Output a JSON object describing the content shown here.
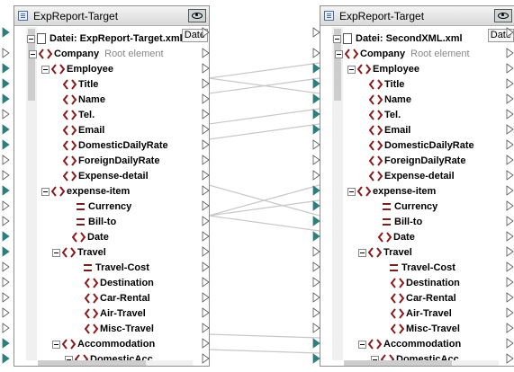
{
  "colors": {
    "connector_gray": "#c8c8c8",
    "port_teal": "#2f7d7e",
    "element_red": "#8b1a1a"
  },
  "icons": {
    "title": "component-icon",
    "visibility": "eye-icon",
    "file": "file-icon",
    "element": "element-icon",
    "attribute": "attribute-icon"
  },
  "left": {
    "title": "ExpReport-Target",
    "file_label": "Datei: ExpReport-Target.xml",
    "date_button": "Date",
    "rows": [
      {
        "label": "Company",
        "note": "Root element"
      },
      {
        "label": "Employee"
      },
      {
        "label": "Title"
      },
      {
        "label": "Name"
      },
      {
        "label": "Tel."
      },
      {
        "label": "Email"
      },
      {
        "label": "DomesticDailyRate"
      },
      {
        "label": "ForeignDailyRate"
      },
      {
        "label": "Expense-detail"
      },
      {
        "label": "expense-item"
      },
      {
        "label": "Currency"
      },
      {
        "label": "Bill-to"
      },
      {
        "label": "Date"
      },
      {
        "label": "Travel"
      },
      {
        "label": "Travel-Cost"
      },
      {
        "label": "Destination"
      },
      {
        "label": "Car-Rental"
      },
      {
        "label": "Air-Travel"
      },
      {
        "label": "Misc-Travel"
      },
      {
        "label": "Accommodation"
      },
      {
        "label": "DomesticAcc"
      }
    ]
  },
  "right": {
    "title": "ExpReport-Target",
    "file_label": "Datei: SecondXML.xml",
    "date_button": "Date",
    "rows": [
      {
        "label": "Company",
        "note": "Root element"
      },
      {
        "label": "Employee"
      },
      {
        "label": "Title"
      },
      {
        "label": "Name"
      },
      {
        "label": "Tel."
      },
      {
        "label": "Email"
      },
      {
        "label": "DomesticDailyRate"
      },
      {
        "label": "ForeignDailyRate"
      },
      {
        "label": "Expense-detail"
      },
      {
        "label": "expense-item"
      },
      {
        "label": "Currency"
      },
      {
        "label": "Bill-to"
      },
      {
        "label": "Date"
      },
      {
        "label": "Travel"
      },
      {
        "label": "Travel-Cost"
      },
      {
        "label": "Destination"
      },
      {
        "label": "Car-Rental"
      },
      {
        "label": "Air-Travel"
      },
      {
        "label": "Misc-Travel"
      },
      {
        "label": "Accommodation"
      },
      {
        "label": "DomesticAcc"
      }
    ]
  }
}
